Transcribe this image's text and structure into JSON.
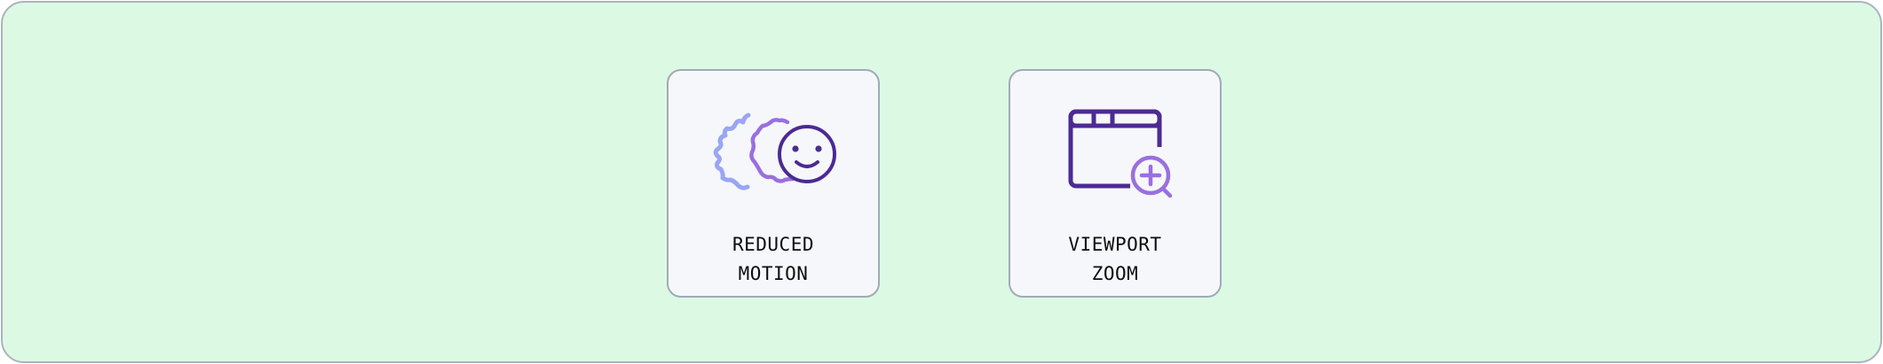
{
  "cards": [
    {
      "id": "reduced-motion",
      "icon": "reduced-motion-icon",
      "label_line1": "REDUCED",
      "label_line2": "MOTION"
    },
    {
      "id": "viewport-zoom",
      "icon": "viewport-zoom-icon",
      "label_line1": "VIEWPORT",
      "label_line2": "ZOOM"
    }
  ],
  "colors": {
    "panel_background": "#dcfae3",
    "panel_border": "#aab3bf",
    "card_background": "#f6f7fa",
    "card_border": "#a0aab8",
    "icon_dark_purple": "#4c2a93",
    "icon_mid_purple": "#9a6fe0",
    "icon_light_blue": "#9aa5f5",
    "label_text": "#0d0d10"
  }
}
